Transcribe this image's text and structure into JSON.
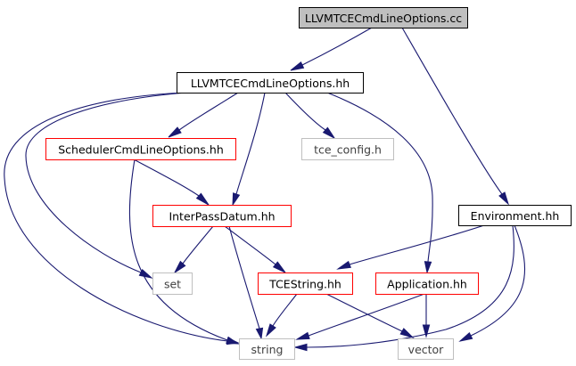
{
  "colors": {
    "edge": "#191970",
    "root_fill": "#bfbfbf",
    "normal_border": "#000000",
    "missing_border": "#ff0000",
    "external_border": "#bfbfbf",
    "external_text": "#404040",
    "text": "#000000"
  },
  "nodes": {
    "cc": {
      "label": "LLVMTCECmdLineOptions.cc",
      "kind": "root"
    },
    "hh": {
      "label": "LLVMTCECmdLineOptions.hh",
      "kind": "normal"
    },
    "sched": {
      "label": "SchedulerCmdLineOptions.hh",
      "kind": "missing"
    },
    "tcecfg": {
      "label": "tce_config.h",
      "kind": "external"
    },
    "env": {
      "label": "Environment.hh",
      "kind": "normal"
    },
    "ipd": {
      "label": "InterPassDatum.hh",
      "kind": "missing"
    },
    "set": {
      "label": "set",
      "kind": "external"
    },
    "tcestr": {
      "label": "TCEString.hh",
      "kind": "missing"
    },
    "app": {
      "label": "Application.hh",
      "kind": "missing"
    },
    "string": {
      "label": "string",
      "kind": "external"
    },
    "vector": {
      "label": "vector",
      "kind": "external"
    }
  },
  "edges": [
    {
      "from": "cc",
      "to": "hh"
    },
    {
      "from": "cc",
      "to": "env"
    },
    {
      "from": "hh",
      "to": "sched"
    },
    {
      "from": "hh",
      "to": "tcecfg"
    },
    {
      "from": "hh",
      "to": "ipd"
    },
    {
      "from": "hh",
      "to": "app"
    },
    {
      "from": "hh",
      "to": "set"
    },
    {
      "from": "hh",
      "to": "string"
    },
    {
      "from": "sched",
      "to": "ipd"
    },
    {
      "from": "sched",
      "to": "string"
    },
    {
      "from": "ipd",
      "to": "set"
    },
    {
      "from": "ipd",
      "to": "tcestr"
    },
    {
      "from": "ipd",
      "to": "string"
    },
    {
      "from": "env",
      "to": "tcestr"
    },
    {
      "from": "env",
      "to": "string"
    },
    {
      "from": "env",
      "to": "vector"
    },
    {
      "from": "tcestr",
      "to": "string"
    },
    {
      "from": "tcestr",
      "to": "vector"
    },
    {
      "from": "app",
      "to": "string"
    },
    {
      "from": "app",
      "to": "vector"
    }
  ]
}
